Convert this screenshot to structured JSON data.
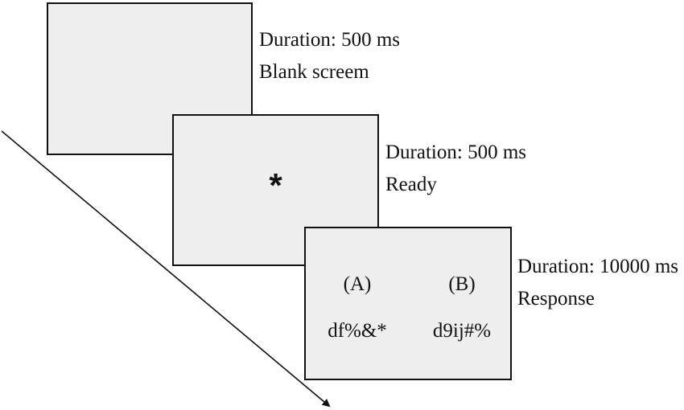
{
  "screens": [
    {
      "duration": "Duration: 500 ms",
      "name": "Blank screem"
    },
    {
      "duration": "Duration: 500 ms",
      "name": "Ready",
      "symbol": "*"
    },
    {
      "duration": "Duration: 10000 ms",
      "name": "Response",
      "options": [
        {
          "letter": "(A)",
          "string": "df%&*"
        },
        {
          "letter": "(B)",
          "string": "d9ij#%"
        }
      ]
    }
  ],
  "colors": {
    "screen_fill": "#eeeeee",
    "stroke": "#111111"
  }
}
